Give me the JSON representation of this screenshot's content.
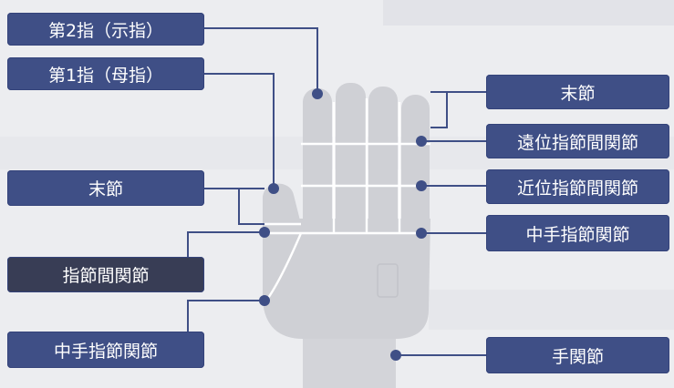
{
  "colors": {
    "label_bg": "#3f4f86",
    "label_bg_dark": "#383d55",
    "label_text": "#ffffff",
    "leader_line": "#3f4f86",
    "point": "#3f4f86",
    "hand_fill": "#cfd0d5",
    "joint_line": "#ffffff",
    "page_bg": "#ecedf0"
  },
  "labels": {
    "finger2": "第2指（示指）",
    "finger1": "第1指（母指）",
    "left_distal": "末節",
    "ip_joint": "指節間関節",
    "left_mcp": "中手指節関節",
    "right_distal": "末節",
    "dip_joint": "遠位指節間関節",
    "pip_joint": "近位指節間関節",
    "right_mcp": "中手指節関節",
    "wrist": "手関節"
  }
}
